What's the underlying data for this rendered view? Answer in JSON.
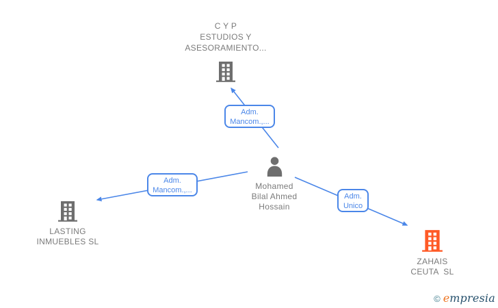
{
  "diagram_type": "corporate-relationship-graph",
  "colors": {
    "edge_blue": "#4a86e8",
    "node_icon_gray": "#6e6e6e",
    "node_text_gray": "#7a7a7a",
    "company_orange": "#ff5a26",
    "background": "#ffffff",
    "logo_copyright_teal": "#417e8e",
    "logo_initial_orange": "#ee7421",
    "logo_text_navy": "#26506c"
  },
  "nodes": {
    "cyp": {
      "type": "company",
      "icon": "building",
      "full_label": "C Y P ESTUDIOS Y ASESORAMIENTO...",
      "lines": [
        "C Y P",
        "ESTUDIOS Y",
        "ASESORAMIENTO..."
      ]
    },
    "person": {
      "type": "person",
      "icon": "person",
      "full_label": "Mohamed Bilal Ahmed Hossain",
      "lines": [
        "Mohamed",
        "Bilal Ahmed",
        "Hossain"
      ]
    },
    "lasting": {
      "type": "company",
      "icon": "building",
      "full_label": "LASTING INMUEBLES SL",
      "lines": [
        "LASTING",
        "INMUEBLES SL"
      ]
    },
    "zahais": {
      "type": "company",
      "icon": "building",
      "full_label": "ZAHAIS CEUTA SL",
      "lines": [
        "ZAHAIS",
        "CEUTA  SL"
      ]
    }
  },
  "edges": [
    {
      "from": "person",
      "to": "cyp",
      "label": "Adm. Mancom.,...",
      "label_lines": [
        "Adm.",
        "Mancom.,..."
      ]
    },
    {
      "from": "person",
      "to": "lasting",
      "label": "Adm. Mancom.,...",
      "label_lines": [
        "Adm.",
        "Mancom.,..."
      ]
    },
    {
      "from": "person",
      "to": "zahais",
      "label": "Adm. Unico",
      "label_lines": [
        "Adm.",
        "Unico"
      ]
    }
  ],
  "watermark": {
    "copyright_symbol": "©",
    "brand_initial": "e",
    "brand_rest": "mpresia"
  }
}
